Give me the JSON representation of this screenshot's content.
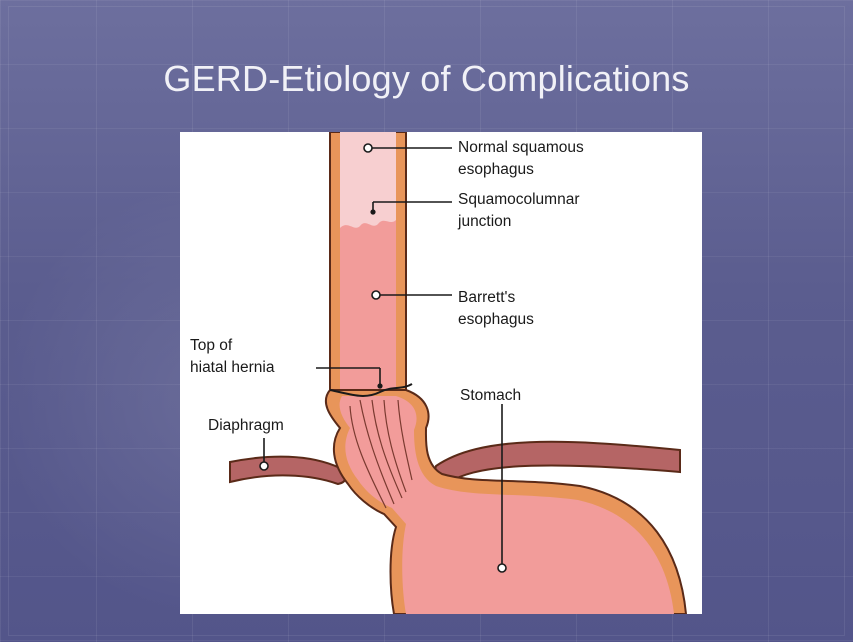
{
  "slide": {
    "title": "GERD-Etiology of Complications"
  },
  "diagram": {
    "labels": {
      "normal_squamous_1": "Normal squamous",
      "normal_squamous_2": "esophagus",
      "squamocolumnar_1": "Squamocolumnar",
      "squamocolumnar_2": "junction",
      "barretts_1": "Barrett's",
      "barretts_2": "esophagus",
      "top_hernia_1": "Top of",
      "top_hernia_2": "hiatal hernia",
      "stomach": "Stomach",
      "diaphragm": "Diaphragm"
    },
    "colors": {
      "wall": "#e8955a",
      "wall_outline": "#5a2a18",
      "lumen": "#f29c9a",
      "normal_mucosa": "#f7cfd0",
      "diaphragm": "#b56565"
    }
  }
}
